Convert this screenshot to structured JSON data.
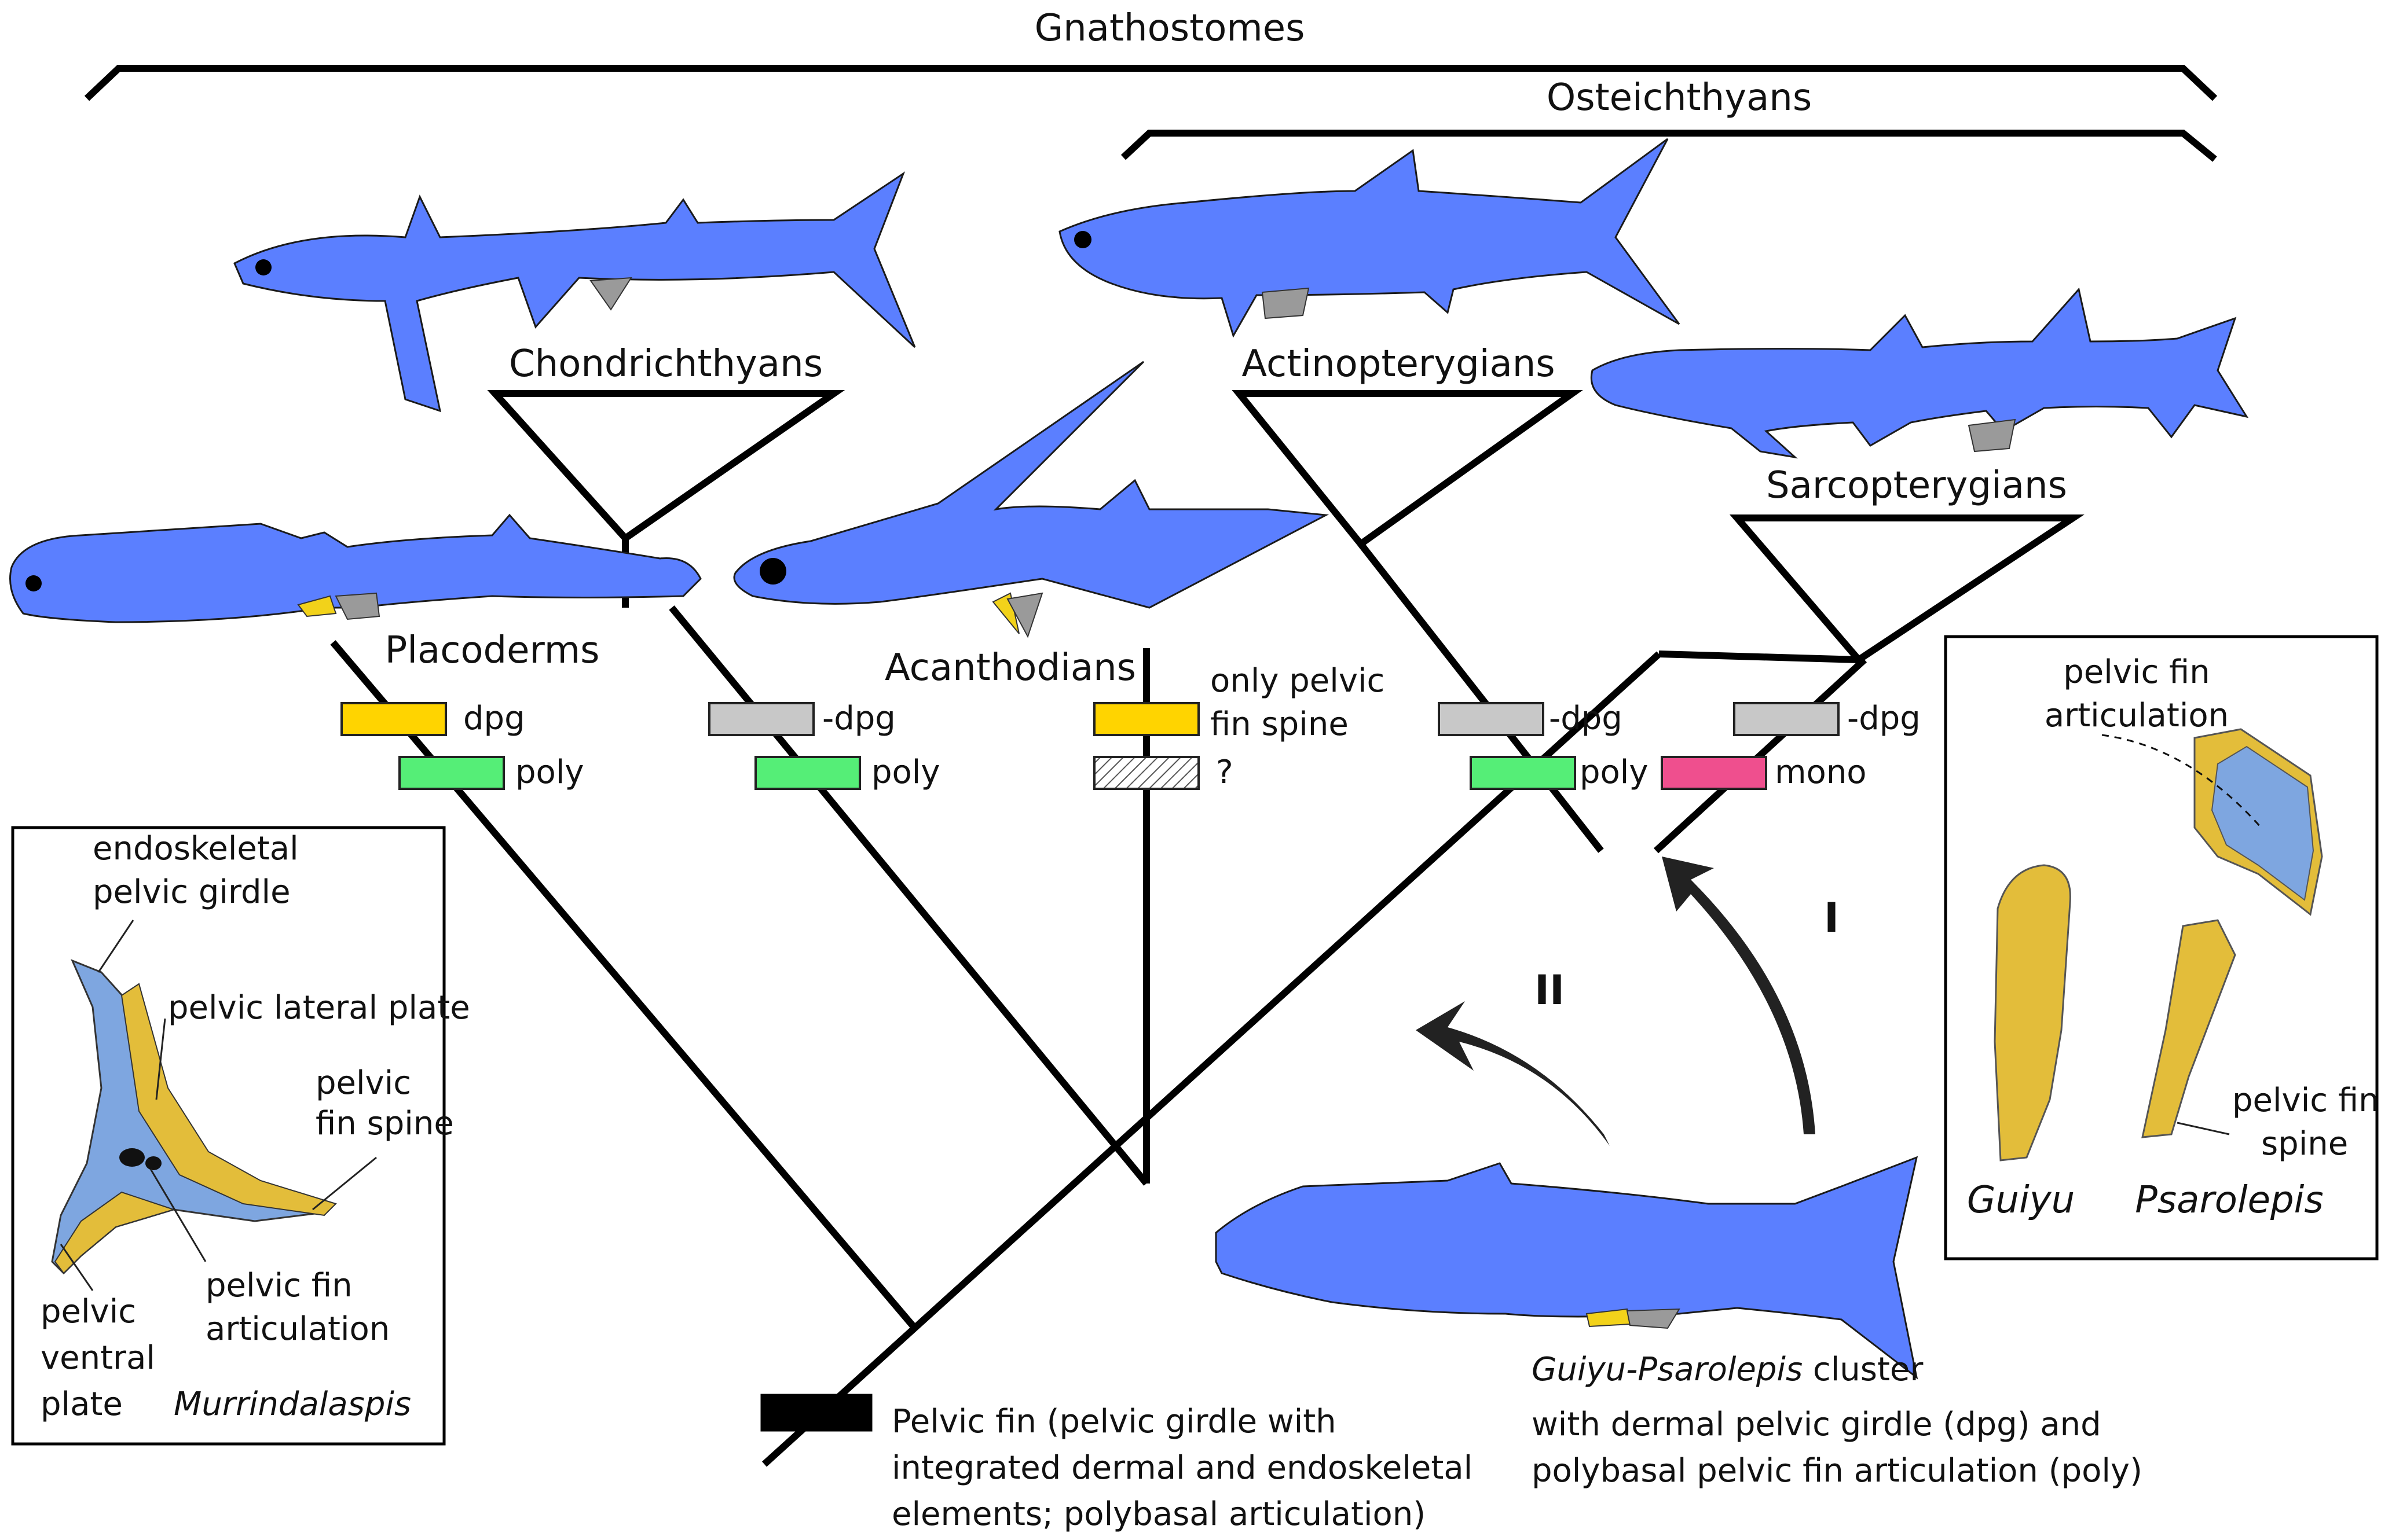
{
  "colors": {
    "fish_body": "#5b7fff",
    "dpg": "#ffd400",
    "no_dpg": "#c8c8c8",
    "poly": "#55ee77",
    "mono": "#ef4f8e",
    "basal": "#000000",
    "bone": "#e3bd3a",
    "cartilage": "#7ea6e0"
  },
  "brackets": {
    "gnathostomes": "Gnathostomes",
    "osteichthyans": "Osteichthyans"
  },
  "taxa": {
    "chondrichthyans": "Chondrichthyans",
    "actinopterygians": "Actinopterygians",
    "sarcopterygians": "Sarcopterygians",
    "placoderms": "Placoderms",
    "acanthodians": "Acanthodians"
  },
  "characters": {
    "placoderms": {
      "top": "dpg",
      "bottom": "poly"
    },
    "chondrichthyans": {
      "top": "-dpg",
      "bottom": "poly"
    },
    "acanthodians": {
      "top_line1": "only pelvic",
      "top_line2": "fin spine",
      "bottom": "?"
    },
    "actinopterygians": {
      "top": "-dpg",
      "bottom": "poly"
    },
    "sarcopterygians": {
      "top": "-dpg",
      "bottom": "mono"
    }
  },
  "basal_node": {
    "line1": "Pelvic fin (pelvic girdle with",
    "line2": "integrated dermal and endoskeletal",
    "line3": "elements; polybasal articulation)"
  },
  "cluster": {
    "name": "Guiyu-Psarolepis",
    "name_suffix": " cluster",
    "line2": "with dermal pelvic girdle (dpg) and",
    "line3": "polybasal pelvic fin articulation (poly)"
  },
  "arrows": {
    "one": "I",
    "two": "II"
  },
  "inset_left": {
    "label_endo1": "endoskeletal",
    "label_endo2": "pelvic girdle",
    "label_lateral": "pelvic lateral plate",
    "label_spine1": "pelvic",
    "label_spine2": "fin spine",
    "label_ventral1": "pelvic",
    "label_ventral2": "ventral",
    "label_ventral3": "plate",
    "label_artic1": "pelvic fin",
    "label_artic2": "articulation",
    "taxon": "Murrindalaspis"
  },
  "inset_right": {
    "label_artic1": "pelvic fin",
    "label_artic2": "articulation",
    "label_spine1": "pelvic fin",
    "label_spine2": "spine",
    "taxon_left": "Guiyu",
    "taxon_right": "Psarolepis"
  }
}
